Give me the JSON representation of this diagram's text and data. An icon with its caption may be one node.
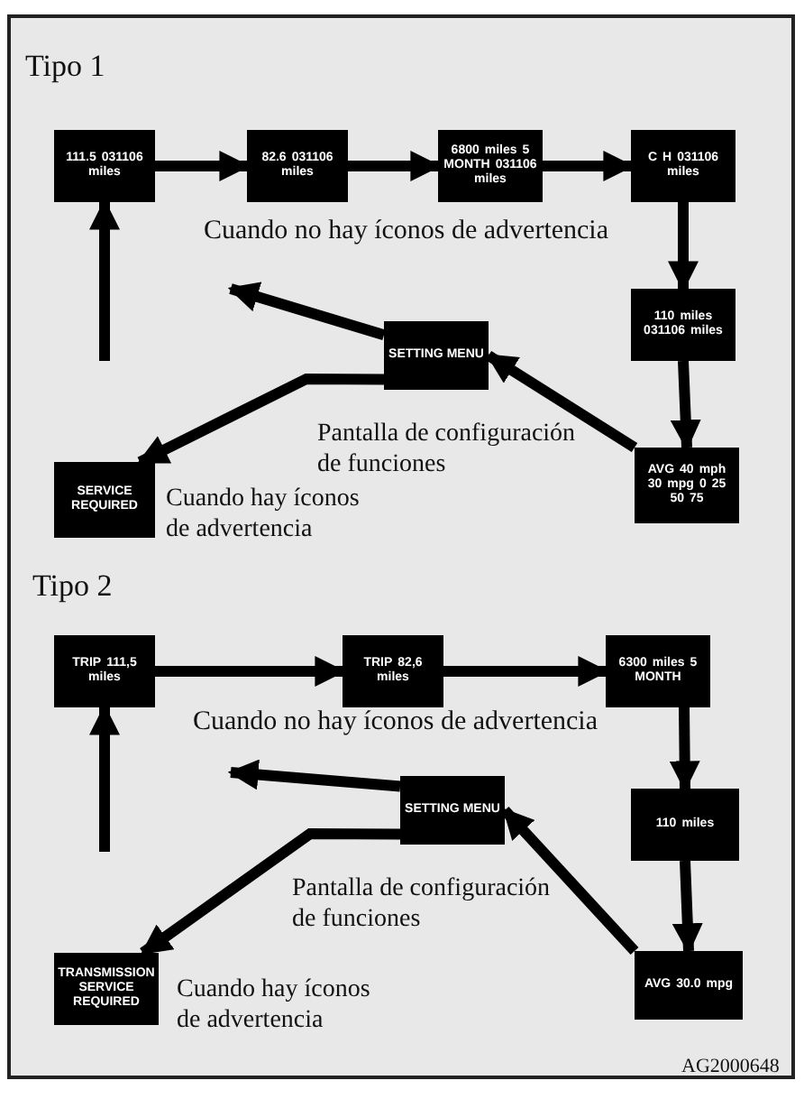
{
  "diagram": {
    "nodes": [
      {
        "text": [
          "111.5",
          "031106",
          "miles"
        ]
      },
      {
        "text": [
          "82.6",
          "031106",
          "miles"
        ]
      },
      {
        "text": [
          "6800",
          "miles",
          "5",
          "MONTH",
          "031106",
          "miles"
        ]
      },
      {
        "text": [
          "C",
          "H",
          "031106",
          "miles"
        ]
      },
      {
        "text": [
          "110",
          "miles",
          "031106",
          "miles"
        ]
      },
      {
        "text": [
          "AVG",
          "40",
          "mph",
          "30",
          "mpg",
          "0",
          "25",
          "50",
          "75"
        ]
      },
      {
        "text": [
          "SETTING MENU"
        ],
        "beside": [
          "Pantalla de configuración de funciones"
        ]
      },
      {
        "text": [
          "SERVICE REQUIRED"
        ],
        "beside": [
          "Cuando hay íconos de advertencia"
        ]
      },
      {
        "text": [
          "TRIP",
          "111,5",
          "miles"
        ]
      },
      {
        "text": [
          "TRIP",
          "82,6",
          "miles"
        ]
      },
      {
        "text": [
          "6300",
          "miles",
          "5",
          "MONTH"
        ]
      },
      {
        "text": [
          "110",
          "miles"
        ]
      },
      {
        "text": [
          "AVG",
          "30.0",
          "mpg"
        ]
      },
      {
        "text": [
          "SETTING MENU"
        ],
        "beside": [
          "Pantalla de configuración de funciones"
        ]
      },
      {
        "text": [
          "TRANSMISSION SERVICE REQUIRED"
        ],
        "beside": [
          "Cuando hay íconos de advertencia"
        ]
      }
    ],
    "edges": [
      {
        "from": 0,
        "to": 1,
        "arrow": "to"
      },
      {
        "from": 1,
        "to": 2,
        "arrow": "to"
      },
      {
        "from": 2,
        "to": 3,
        "arrow": "to"
      },
      {
        "from": 3,
        "to": 4,
        "arrow": "to"
      },
      {
        "from": 4,
        "to": 5,
        "arrow": "to"
      },
      {
        "from": 5,
        "to": 6,
        "arrow": "to"
      },
      {
        "from": 6,
        "to": null,
        "arrow": "to"
      },
      {
        "from": 6,
        "to": 7,
        "arrow": "to"
      },
      {
        "from": null,
        "to": 0,
        "arrow": "to"
      },
      {
        "from": 8,
        "to": 9,
        "arrow": "to"
      },
      {
        "from": 9,
        "to": 10,
        "arrow": "to"
      },
      {
        "from": 10,
        "to": 11,
        "arrow": "to"
      },
      {
        "from": 11,
        "to": 12,
        "arrow": "to"
      },
      {
        "from": 12,
        "to": 13,
        "arrow": "to"
      },
      {
        "from": 13,
        "to": null,
        "arrow": "to"
      },
      {
        "from": 13,
        "to": 14,
        "arrow": "to"
      },
      {
        "from": null,
        "to": 8,
        "arrow": "to"
      }
    ],
    "labels": [
      "Tipo 1",
      "Cuando no hay íconos de advertencia",
      "Tipo 2",
      "Cuando no hay íconos de advertencia",
      "AG2000648"
    ]
  }
}
